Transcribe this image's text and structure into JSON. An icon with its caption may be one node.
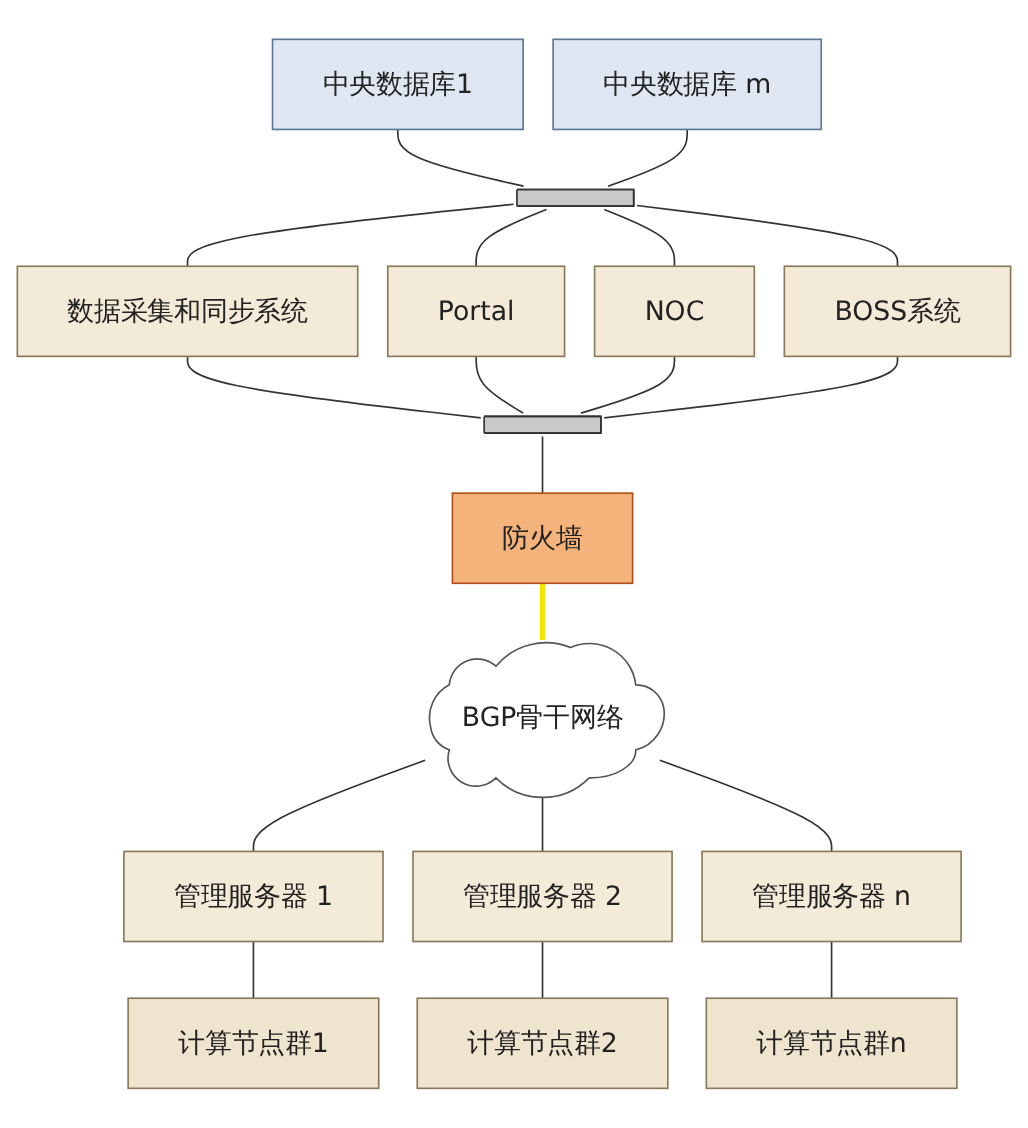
{
  "diagram": {
    "nodes": [
      {
        "text": [
          "中央数据库1"
        ]
      },
      {
        "text": [
          "中央数据库 m"
        ]
      },
      {
        "text": [],
        "shape": "bar"
      },
      {
        "text": [
          "数据采集和同步系统"
        ]
      },
      {
        "text": [
          "Portal"
        ]
      },
      {
        "text": [
          "NOC"
        ]
      },
      {
        "text": [
          "BOSS系统"
        ]
      },
      {
        "text": [],
        "shape": "bar"
      },
      {
        "text": [
          "防火墙"
        ]
      },
      {
        "text": [
          "BGP骨干网络"
        ]
      },
      {
        "text": [
          "管理服务器 1"
        ]
      },
      {
        "text": [
          "管理服务器 2"
        ]
      },
      {
        "text": [
          "管理服务器 n"
        ]
      },
      {
        "text": [
          "计算节点群1"
        ]
      },
      {
        "text": [
          "计算节点群2"
        ]
      },
      {
        "text": [
          "计算节点群n"
        ]
      }
    ],
    "edges": [
      {
        "from": 0,
        "to": 2,
        "arrow": "none"
      },
      {
        "from": 1,
        "to": 2,
        "arrow": "none"
      },
      {
        "from": 2,
        "to": 3,
        "arrow": "none"
      },
      {
        "from": 2,
        "to": 4,
        "arrow": "none"
      },
      {
        "from": 2,
        "to": 5,
        "arrow": "none"
      },
      {
        "from": 2,
        "to": 6,
        "arrow": "none"
      },
      {
        "from": 3,
        "to": 7,
        "arrow": "none"
      },
      {
        "from": 4,
        "to": 7,
        "arrow": "none"
      },
      {
        "from": 5,
        "to": 7,
        "arrow": "none"
      },
      {
        "from": 6,
        "to": 7,
        "arrow": "none"
      },
      {
        "from": 7,
        "to": 8,
        "arrow": "none"
      },
      {
        "from": 8,
        "to": 9,
        "arrow": "none",
        "style": "thick",
        "color": "#f2e600"
      },
      {
        "from": 9,
        "to": 10,
        "arrow": "none"
      },
      {
        "from": 9,
        "to": 11,
        "arrow": "none"
      },
      {
        "from": 9,
        "to": 12,
        "arrow": "none"
      },
      {
        "from": 10,
        "to": 13,
        "arrow": "none"
      },
      {
        "from": 11,
        "to": 14,
        "arrow": "none"
      },
      {
        "from": 12,
        "to": 15,
        "arrow": "none"
      }
    ]
  }
}
